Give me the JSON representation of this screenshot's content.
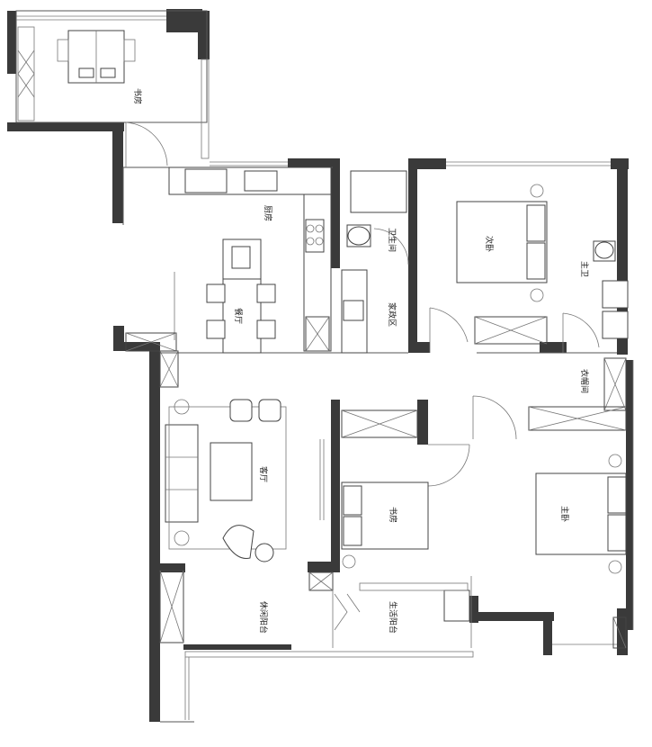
{
  "rooms": {
    "study_small": "书房",
    "kitchen": "厨房",
    "dining": "餐厅",
    "bathroom": "卫生间",
    "laundry": "家政区",
    "second_bedroom": "次卧",
    "master_bath": "主卫",
    "walkin_closet": "衣帽间",
    "study": "书房",
    "master_bedroom": "主卧",
    "living": "客厅",
    "balcony": "休闲阳台",
    "service_balcony": "生活阳台"
  },
  "colors": {
    "wall": "#3a3a3a",
    "line": "#555555",
    "background": "#ffffff"
  }
}
